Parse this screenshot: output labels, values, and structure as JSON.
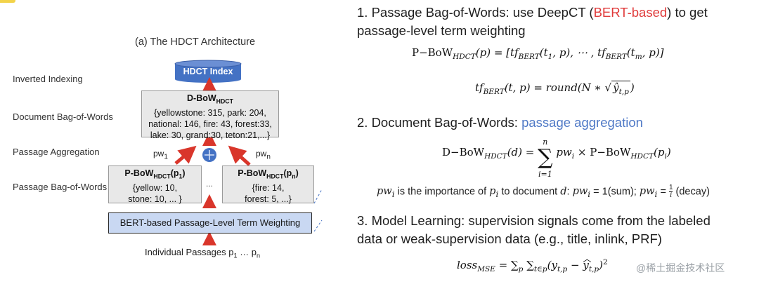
{
  "diagram": {
    "title": "(a) The HDCT Architecture",
    "row_labels": {
      "inverted": "Inverted Indexing",
      "document": "Document Bag-of-Words",
      "aggregation": "Passage Aggregation",
      "passage": "Passage Bag-of-Words"
    },
    "index_label": "HDCT Index",
    "dbow": {
      "title_main": "D-BoW",
      "title_sub": "HDCT",
      "line1": "{yellowstone: 315, park: 204,",
      "line2": "national: 146, fire: 43, forest:33,",
      "line3": "lake: 30, grand:30, teton:21,...}"
    },
    "pbow1": {
      "title_main": "P-BoW",
      "title_sub": "HDCT",
      "title_arg": "(p",
      "title_arg_sub": "1",
      "line1": "{yellow: 10,",
      "line2": "stone: 10, ... }"
    },
    "pbown": {
      "title_main": "P-BoW",
      "title_sub": "HDCT",
      "title_arg": "(p",
      "title_arg_sub": "n",
      "line1": "{fire: 14,",
      "line2": "forest: 5, ...}"
    },
    "pw1": "pw",
    "pw1_sub": "1",
    "pwn": "pw",
    "pwn_sub": "n",
    "dots": "...",
    "bert_box": "BERT-based Passage-Level Term Weighting",
    "passages_label": "Individual Passages p",
    "passages_sub1": "1",
    "passages_mid": " … p",
    "passages_subn": "n"
  },
  "sections": {
    "s1_prefix": "1. Passage Bag-of-Words: use DeepCT (",
    "s1_highlight": "BERT-based",
    "s1_suffix": ") to get",
    "s1_line2": "passage-level term weighting",
    "s2_prefix": "2. Document Bag-of-Words: ",
    "s2_highlight": "passage aggregation",
    "s3_line1": "3. Model Learning: supervision signals come from the labeled",
    "s3_line2": "data or weak-supervision data (e.g., title, inlink, PRF)"
  },
  "note": {
    "text1": " is the importance of ",
    "text2": " to document ",
    "text3": " = 1(sum); ",
    "text4": " (decay)"
  },
  "watermark": "@稀土掘金技术社区",
  "colors": {
    "highlight_red": "#e03b3b",
    "highlight_blue": "#4f79c6",
    "index_blue": "#4472c4",
    "arrow_red": "#d9362b",
    "bert_fill": "#c9d8f2"
  }
}
